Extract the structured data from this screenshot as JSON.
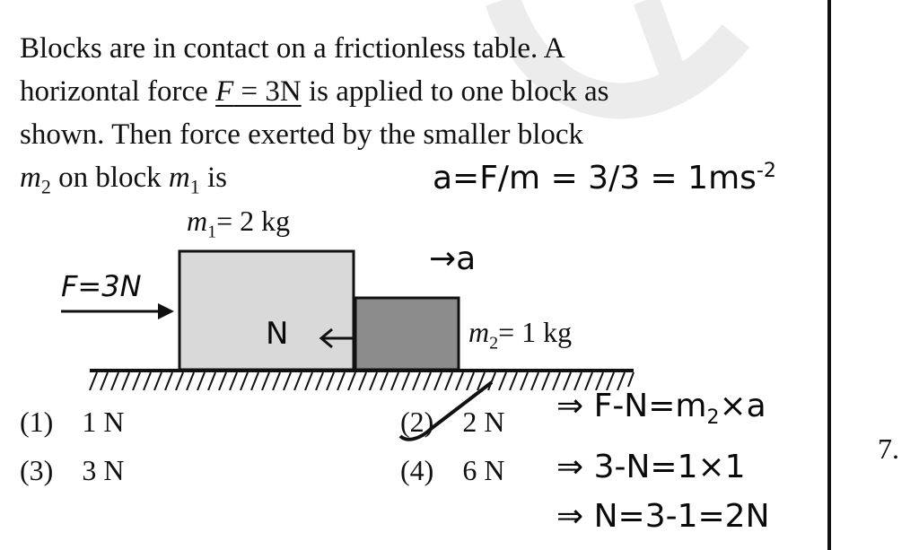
{
  "question": {
    "line1": "Blocks are in contact on a frictionless table. A",
    "line2_pre": "horizontal force ",
    "line2_force": "F = 3N",
    "line2_post": " is applied to one block as",
    "line3": "shown. Then force exerted by the smaller block",
    "line4_m2": "m",
    "line4_m2_sub": "2",
    "line4_mid": " on block ",
    "line4_m1": "m",
    "line4_m1_sub": "1",
    "line4_end": " is"
  },
  "diagram": {
    "m1_label": "m",
    "m1_sub": "1",
    "m1_value": "= 2 kg",
    "m2_label": "m",
    "m2_sub": "2",
    "m2_value": "= 1 kg",
    "force_label": "F=3N",
    "normal_label": "N",
    "accel_label": "→a"
  },
  "options": [
    {
      "num": "(1)",
      "value": "1 N"
    },
    {
      "num": "(2)",
      "value": "2 N"
    },
    {
      "num": "(3)",
      "value": "3 N"
    },
    {
      "num": "(4)",
      "value": "6 N"
    }
  ],
  "handwriting": {
    "accel_eq": "a=F/m = 3/3 = 1ms",
    "accel_exp": "-2",
    "step1": "⇒ F-N=m",
    "step1_sub": "2",
    "step1_end": "×a",
    "step2": "⇒ 3-N=1×1",
    "step3": "⇒ N=3-1=2N"
  },
  "question_number": "7.",
  "colors": {
    "block_large": "#d9d9d9",
    "block_small": "#8c8c8c",
    "ink": "#111111",
    "watermark": "#ececec"
  }
}
